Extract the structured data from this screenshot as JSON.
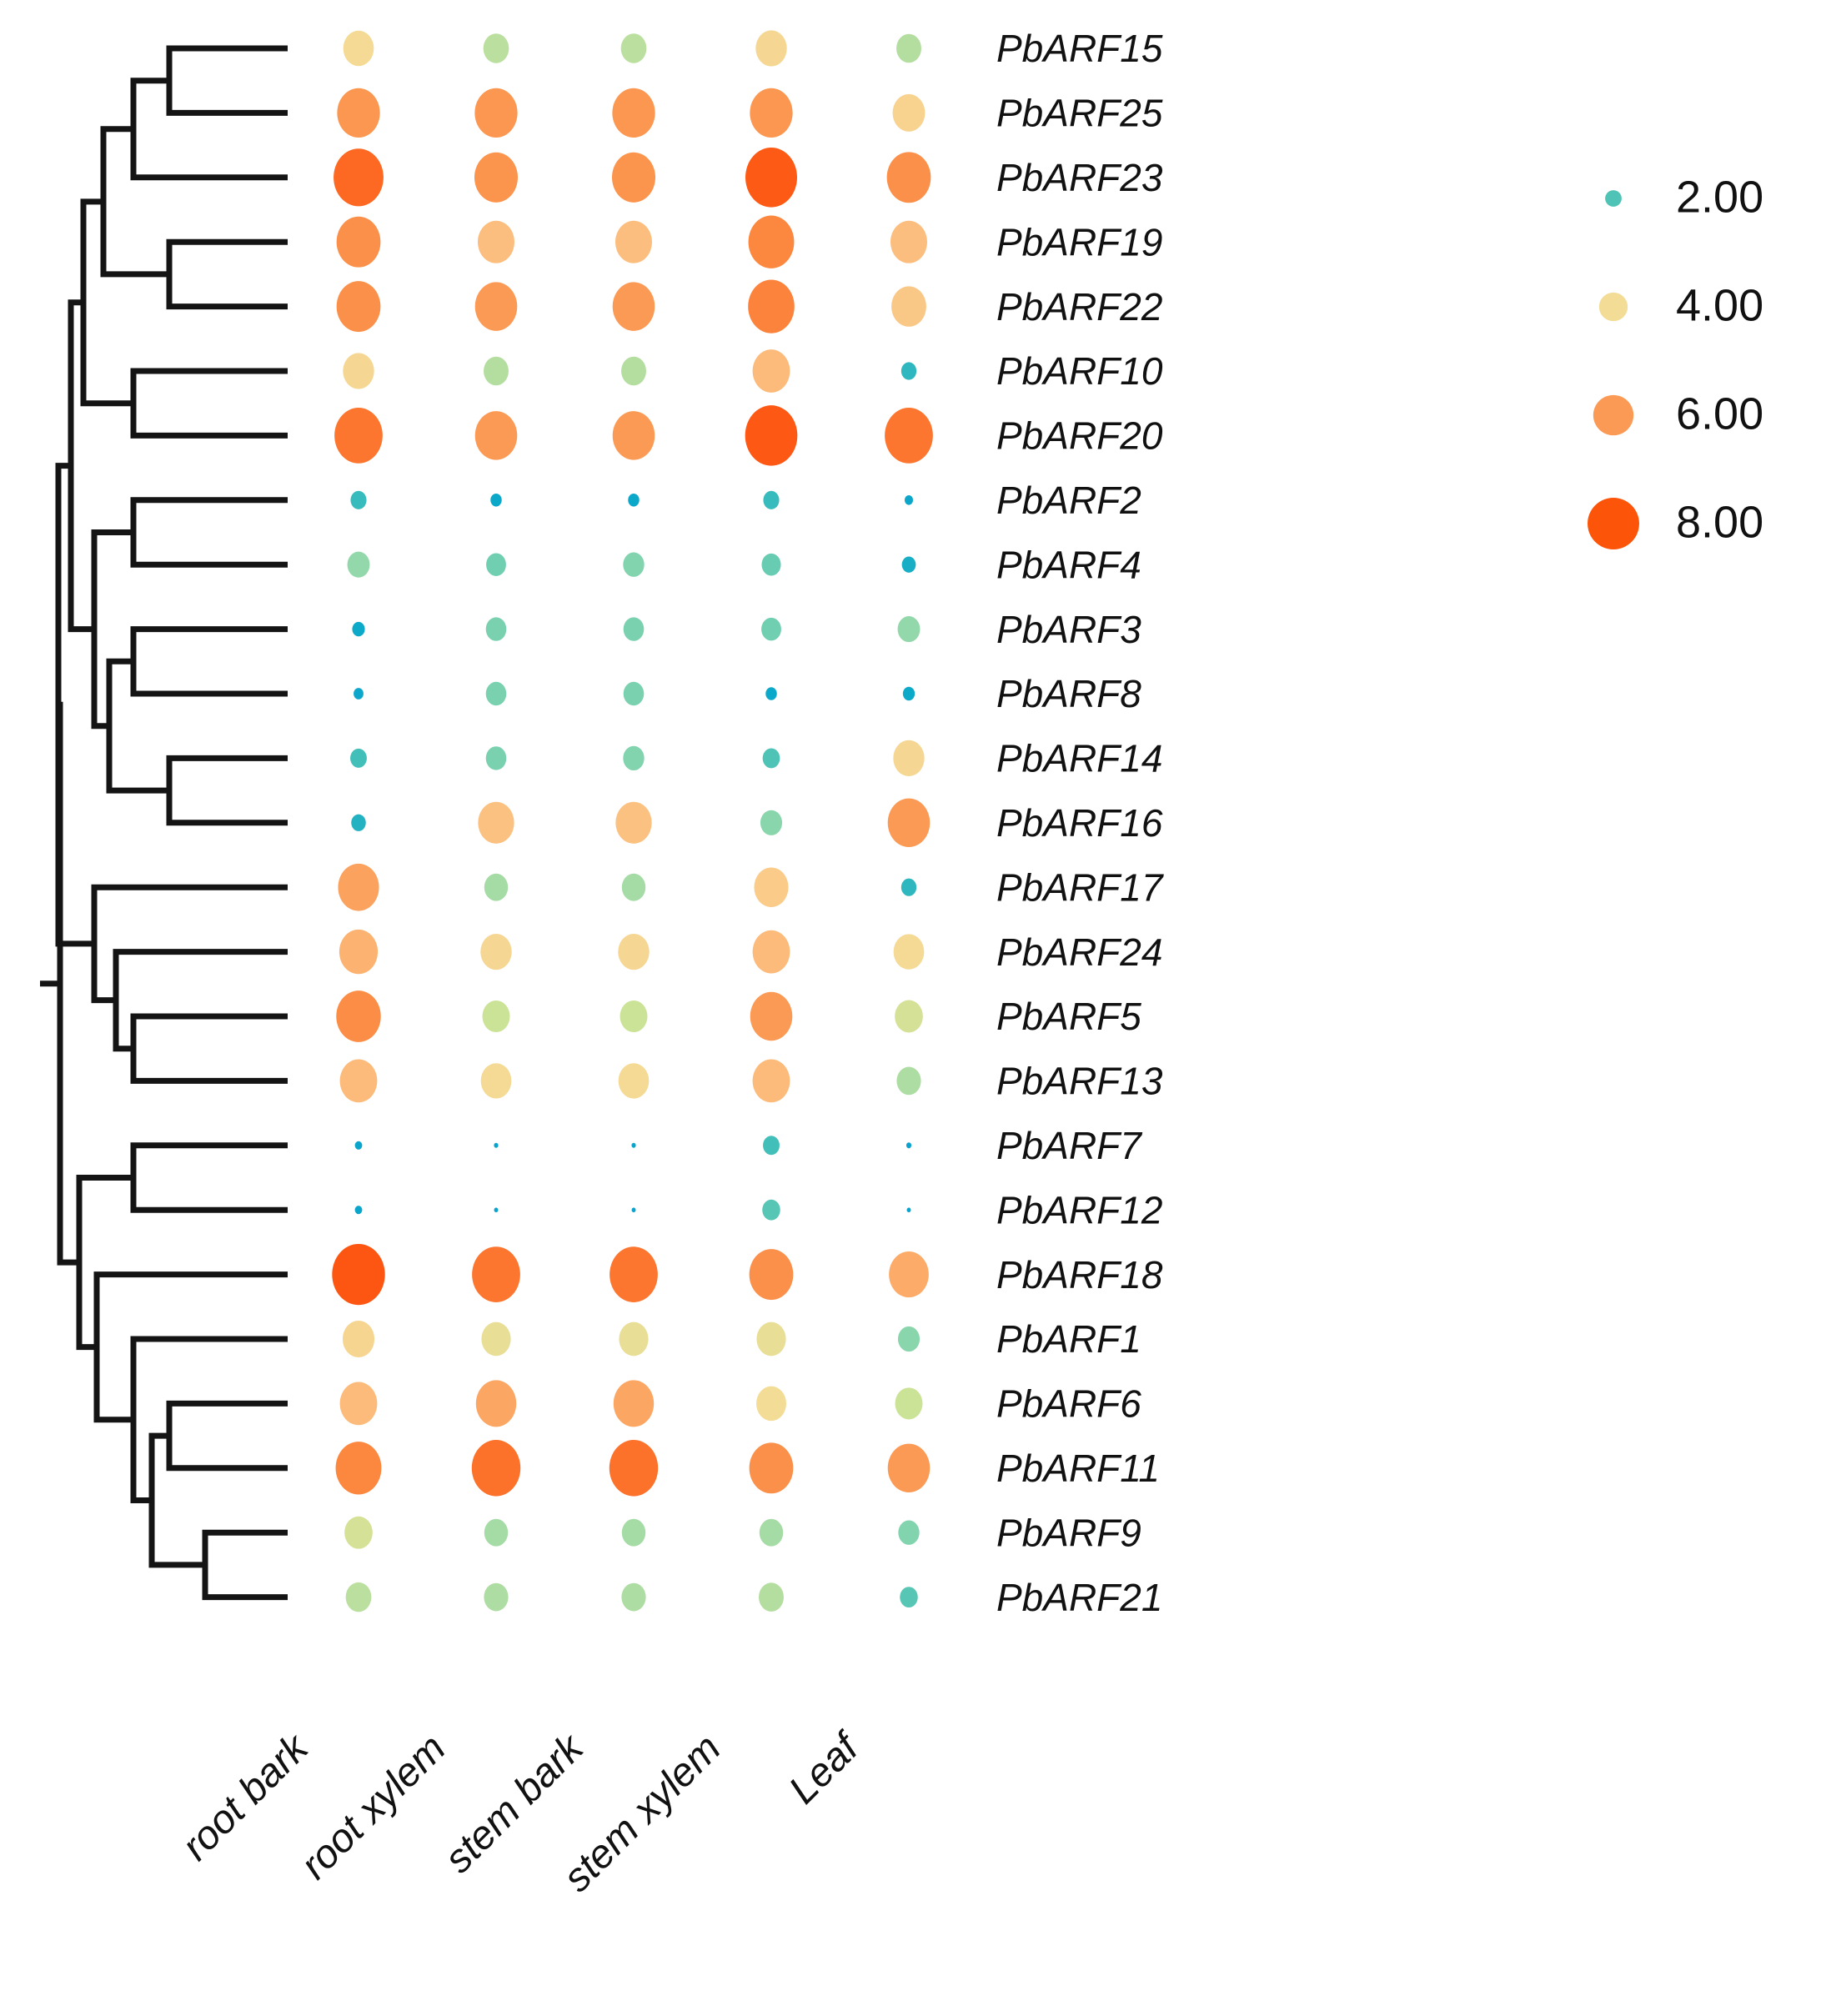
{
  "chart_data": {
    "type": "heatmap",
    "subtype": "bubble-heatmap-with-dendrogram",
    "title": "",
    "xlabel": "",
    "ylabel": "",
    "categories": [
      "root bark",
      "root xylem",
      "stem bark",
      "stem xylem",
      "Leaf"
    ],
    "rows": [
      "PbARF15",
      "PbARF25",
      "PbARF23",
      "PbARF19",
      "PbARF22",
      "PbARF10",
      "PbARF20",
      "PbARF2",
      "PbARF4",
      "PbARF3",
      "PbARF8",
      "PbARF14",
      "PbARF16",
      "PbARF17",
      "PbARF24",
      "PbARF5",
      "PbARF13",
      "PbARF7",
      "PbARF12",
      "PbARF18",
      "PbARF1",
      "PbARF6",
      "PbARF11",
      "PbARF9",
      "PbARF21"
    ],
    "value_range": [
      0.0,
      8.5
    ],
    "grid": false,
    "legend": {
      "position": "right",
      "title": "",
      "entries": [
        {
          "label": "2.00",
          "value": 2.0,
          "color": "#4ec3b6"
        },
        {
          "label": "4.00",
          "value": 4.0,
          "color": "#f3dc96"
        },
        {
          "label": "6.00",
          "value": 6.0,
          "color": "#fb9a55"
        },
        {
          "label": "8.00",
          "value": 8.0,
          "color": "#fc5408"
        }
      ]
    },
    "series": [
      {
        "name": "PbARF15",
        "values": [
          4.1,
          3.3,
          3.3,
          4.2,
          3.2
        ]
      },
      {
        "name": "PbARF25",
        "values": [
          6.1,
          6.1,
          6.1,
          6.1,
          4.4
        ]
      },
      {
        "name": "PbARF23",
        "values": [
          7.3,
          6.2,
          6.2,
          7.6,
          6.3
        ]
      },
      {
        "name": "PbARF19",
        "values": [
          6.3,
          5.1,
          5.1,
          6.6,
          5.1
        ]
      },
      {
        "name": "PbARF22",
        "values": [
          6.3,
          6.0,
          6.0,
          6.7,
          4.8
        ]
      },
      {
        "name": "PbARF10",
        "values": [
          4.2,
          3.2,
          3.2,
          5.2,
          1.7
        ]
      },
      {
        "name": "PbARF20",
        "values": [
          7.0,
          6.0,
          6.0,
          7.7,
          7.0
        ]
      },
      {
        "name": "PbARF2",
        "values": [
          1.8,
          1.1,
          1.1,
          1.8,
          0.7
        ]
      },
      {
        "name": "PbARF4",
        "values": [
          2.8,
          2.4,
          2.6,
          2.3,
          1.5
        ]
      },
      {
        "name": "PbARF3",
        "values": [
          1.3,
          2.5,
          2.5,
          2.4,
          2.8
        ]
      },
      {
        "name": "PbARF8",
        "values": [
          0.9,
          2.5,
          2.5,
          1.1,
          1.2
        ]
      },
      {
        "name": "PbARF14",
        "values": [
          1.9,
          2.5,
          2.6,
          2.0,
          4.2
        ]
      },
      {
        "name": "PbARF16",
        "values": [
          1.6,
          5.0,
          5.0,
          2.7,
          6.0
        ]
      },
      {
        "name": "PbARF17",
        "values": [
          5.8,
          3.0,
          3.0,
          4.7,
          1.7
        ]
      },
      {
        "name": "PbARF24",
        "values": [
          5.4,
          4.2,
          4.2,
          5.2,
          4.1
        ]
      },
      {
        "name": "PbARF5",
        "values": [
          6.4,
          3.6,
          3.6,
          6.0,
          3.7
        ]
      },
      {
        "name": "PbARF13",
        "values": [
          5.2,
          4.1,
          4.1,
          5.2,
          3.1
        ]
      },
      {
        "name": "PbARF7",
        "values": [
          0.55,
          0.15,
          0.15,
          1.9,
          0.25
        ]
      },
      {
        "name": "PbARF12",
        "values": [
          0.55,
          0.12,
          0.12,
          2.1,
          0.12
        ]
      },
      {
        "name": "PbARF18",
        "values": [
          7.8,
          7.0,
          7.0,
          6.3,
          5.6
        ]
      },
      {
        "name": "PbARF1",
        "values": [
          4.3,
          3.9,
          3.9,
          3.9,
          2.7
        ]
      },
      {
        "name": "PbARF6",
        "values": [
          5.2,
          5.7,
          5.7,
          4.0,
          3.6
        ]
      },
      {
        "name": "PbARF11",
        "values": [
          6.6,
          7.1,
          7.1,
          6.3,
          6.0
        ]
      },
      {
        "name": "PbARF9",
        "values": [
          3.7,
          3.0,
          3.0,
          3.0,
          2.6
        ]
      },
      {
        "name": "PbARF21",
        "values": [
          3.3,
          3.1,
          3.1,
          3.2,
          2.1
        ]
      }
    ]
  },
  "axis": {
    "columns": [
      {
        "id": "root-bark",
        "label": "root bark"
      },
      {
        "id": "root-xylem",
        "label": "root xylem"
      },
      {
        "id": "stem-bark",
        "label": "stem bark"
      },
      {
        "id": "stem-xylem",
        "label": "stem xylem"
      },
      {
        "id": "leaf",
        "label": "Leaf"
      }
    ]
  },
  "genes": [
    {
      "id": "PbARF15",
      "label": "PbARF15"
    },
    {
      "id": "PbARF25",
      "label": "PbARF25"
    },
    {
      "id": "PbARF23",
      "label": "PbARF23"
    },
    {
      "id": "PbARF19",
      "label": "PbARF19"
    },
    {
      "id": "PbARF22",
      "label": "PbARF22"
    },
    {
      "id": "PbARF10",
      "label": "PbARF10"
    },
    {
      "id": "PbARF20",
      "label": "PbARF20"
    },
    {
      "id": "PbARF2",
      "label": "PbARF2"
    },
    {
      "id": "PbARF4",
      "label": "PbARF4"
    },
    {
      "id": "PbARF3",
      "label": "PbARF3"
    },
    {
      "id": "PbARF8",
      "label": "PbARF8"
    },
    {
      "id": "PbARF14",
      "label": "PbARF14"
    },
    {
      "id": "PbARF16",
      "label": "PbARF16"
    },
    {
      "id": "PbARF17",
      "label": "PbARF17"
    },
    {
      "id": "PbARF24",
      "label": "PbARF24"
    },
    {
      "id": "PbARF5",
      "label": "PbARF5"
    },
    {
      "id": "PbARF13",
      "label": "PbARF13"
    },
    {
      "id": "PbARF7",
      "label": "PbARF7"
    },
    {
      "id": "PbARF12",
      "label": "PbARF12"
    },
    {
      "id": "PbARF18",
      "label": "PbARF18"
    },
    {
      "id": "PbARF1",
      "label": "PbARF1"
    },
    {
      "id": "PbARF6",
      "label": "PbARF6"
    },
    {
      "id": "PbARF11",
      "label": "PbARF11"
    },
    {
      "id": "PbARF9",
      "label": "PbARF9"
    },
    {
      "id": "PbARF21",
      "label": "PbARF21"
    }
  ],
  "legend": {
    "entries": [
      {
        "label": "2.00",
        "value": 2.0,
        "color": "#4ec3b6"
      },
      {
        "label": "4.00",
        "value": 4.0,
        "color": "#f3dc96"
      },
      {
        "label": "6.00",
        "value": 6.0,
        "color": "#fb9a55"
      },
      {
        "label": "8.00",
        "value": 8.0,
        "color": "#fc5408"
      }
    ]
  },
  "colors": {
    "background": "#ffffff",
    "dendrogram_stroke": "#141414",
    "text": "#111111",
    "scale_low": "#0aa2ce",
    "scale_mid_teal": "#4ec3b6",
    "scale_mid_green": "#b9dca0",
    "scale_mid_yellow": "#f3dc96",
    "scale_mid_orange": "#fb9a55",
    "scale_high": "#fc5408"
  },
  "dendrogram": {
    "description": "hierarchical clustering tree of 25 PbARF genes, leaves to the right",
    "root_x": 48
  }
}
